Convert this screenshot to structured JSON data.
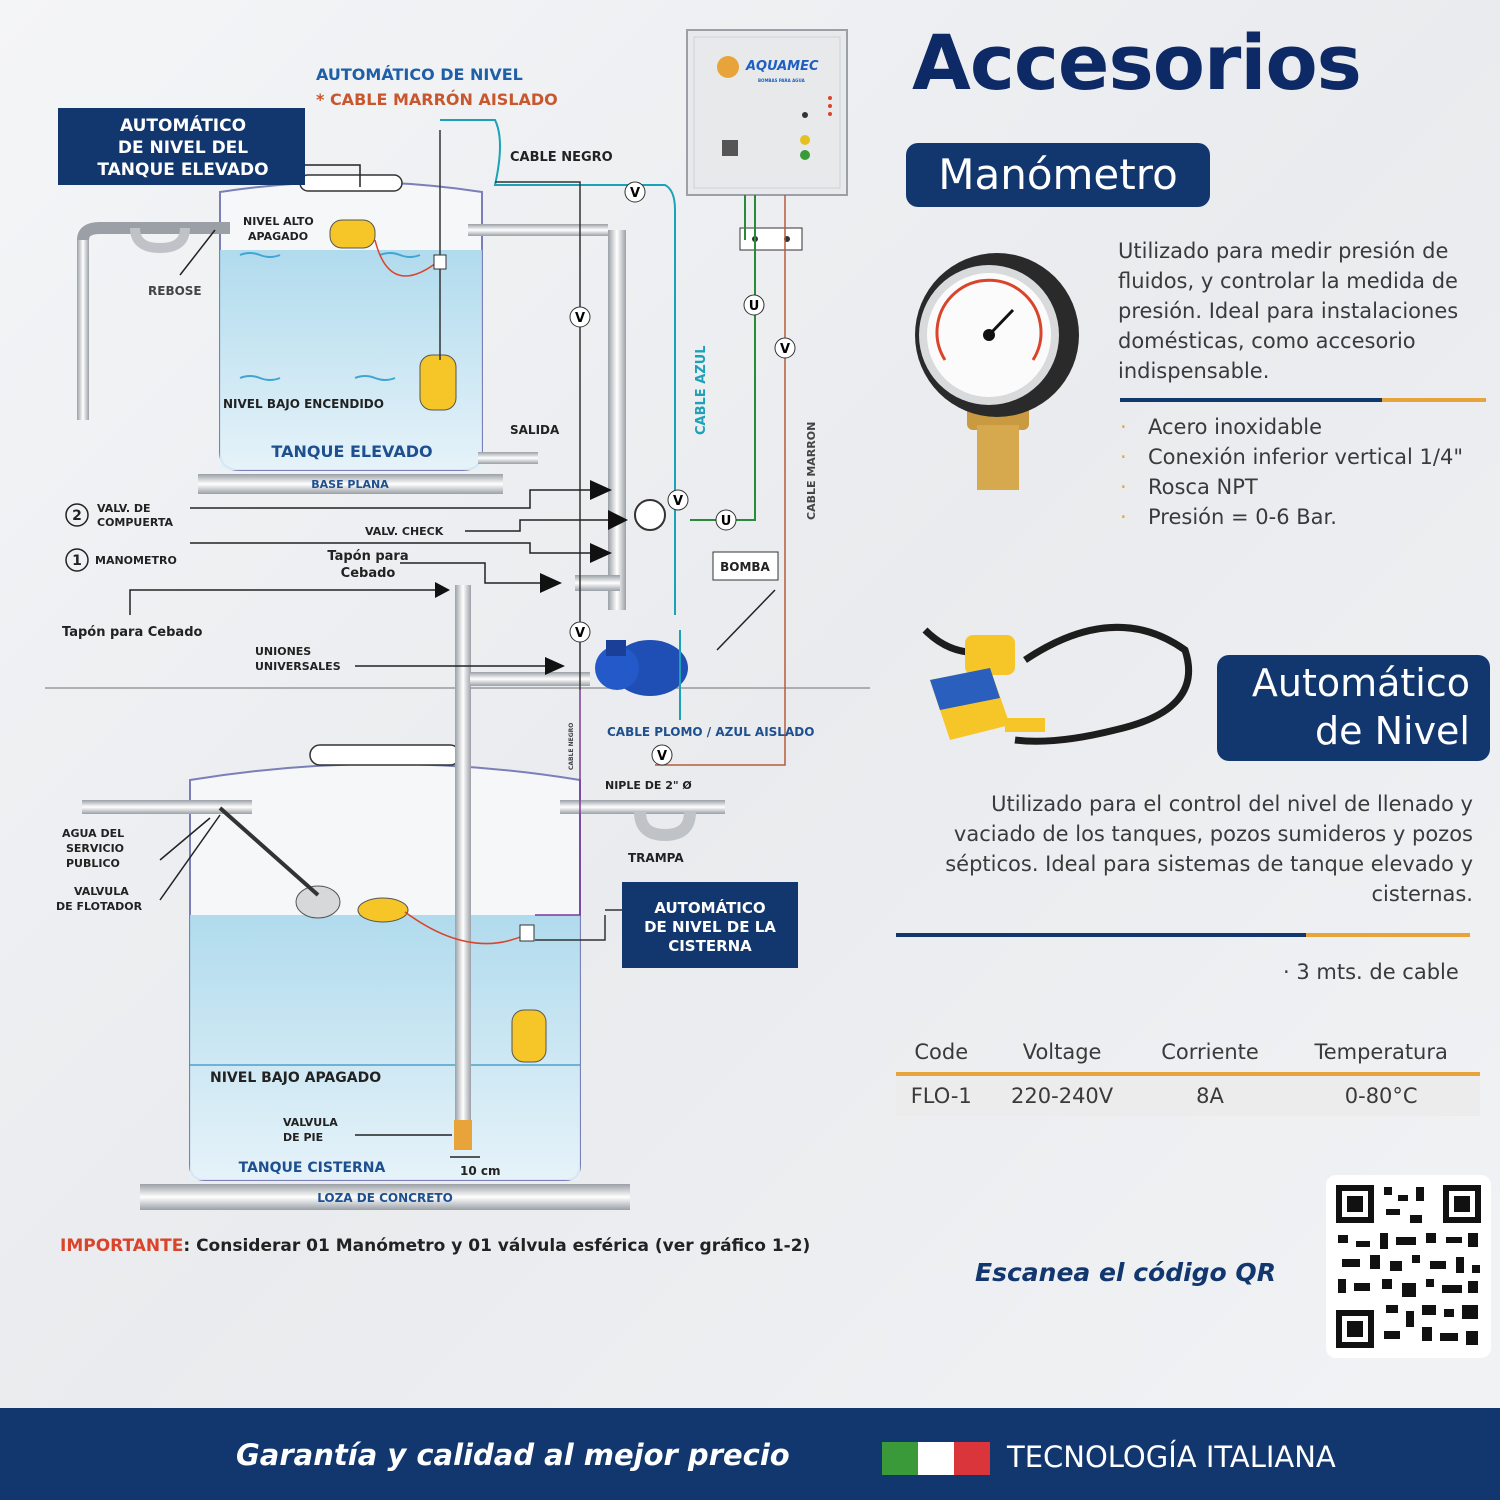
{
  "colors": {
    "navy": "#12376f",
    "title": "#0d2a66",
    "orange": "#e8a43a",
    "water": "#bfe0ef",
    "cable_blue": "#1ba2b8",
    "cable_brown": "#b65c3c",
    "cable_red": "#d9442b",
    "flag_green": "#3a9a3a",
    "flag_red": "#d9353b"
  },
  "diagram": {
    "auto_nivel_title": "AUTOMÁTICO DE NIVEL",
    "cable_marron_aislado": "* CABLE MARRÓN AISLADO",
    "elevated_label": [
      "AUTOMÁTICO",
      "DE NIVEL DEL",
      "TANQUE ELEVADO"
    ],
    "cable_negro": "CABLE  NEGRO",
    "nivel_alto": [
      "NIVEL ALTO",
      "APAGADO"
    ],
    "rebose": "REBOSE",
    "nivel_bajo_encendido": "NIVEL BAJO ENCENDIDO",
    "tanque_elevado": "TANQUE ELEVADO",
    "salida": "SALIDA",
    "base_plana": "BASE PLANA",
    "valv_compuerta": [
      "VALV. DE",
      "COMPUERTA"
    ],
    "valv_check": "VALV. CHECK",
    "manometro": "MANOMETRO",
    "tapon_cebado_1": [
      "Tapón para",
      "Cebado"
    ],
    "tapon_cebado_2": "Tapón para Cebado",
    "uniones": [
      "UNIONES",
      "UNIVERSALES"
    ],
    "bomba": "BOMBA",
    "cable_azul": "CABLE AZUL",
    "cable_marron": "CABLE MARRON",
    "cable_negro_v": "CABLE NEGRO",
    "cable_plomo": "CABLE  PLOMO / AZUL AISLADO",
    "niple": "NIPLE DE 2\" Ø",
    "trampa": "TRAMPA",
    "agua_servicio": [
      "AGUA DEL",
      "SERVICIO",
      "PUBLICO"
    ],
    "valvula_flotador": [
      "VALVULA",
      "DE FLOTADOR"
    ],
    "cistern_label": [
      "AUTOMÁTICO",
      "DE NIVEL DE LA",
      "CISTERNA"
    ],
    "nivel_bajo_apagado": "NIVEL BAJO APAGADO",
    "valvula_pie": [
      "VALVULA",
      "DE PIE"
    ],
    "tanque_cisterna": "TANQUE CISTERNA",
    "diez_cm": "10 cm",
    "loza": "LOZA DE CONCRETO",
    "num1": "1",
    "num2": "2",
    "brand": "AQUAMEC",
    "brand_sub": "BOMBAS PARA AGUA",
    "v": "V",
    "u": "U"
  },
  "important": {
    "label": "IMPORTANTE",
    "text": ": Considerar 01 Manómetro y 01 válvula esférica (ver gráfico 1-2)"
  },
  "right": {
    "title": "Accesorios",
    "manometro_title": "Manómetro",
    "manometro_desc": "Utilizado para medir presión de fluidos, y controlar la medida de presión. Ideal para instalaciones domésticas, como accesorio indispensable.",
    "bullets": [
      "Acero inoxidable",
      "Conexión inferior vertical 1/4\"",
      "Rosca NPT",
      "Presión = 0-6 Bar."
    ],
    "bullet_mark": "·",
    "auto_title_1": "Automático",
    "auto_title_2": "de Nivel",
    "auto_desc": "Utilizado para el control del nivel de llenado y vaciado de los tanques, pozos sumideros y pozos sépticos. Ideal para sistemas de tanque elevado y cisternas.",
    "cable_note": "· 3 mts. de cable",
    "table": {
      "headers": [
        "Code",
        "Voltage",
        "Corriente",
        "Temperatura"
      ],
      "row": [
        "FLO-1",
        "220-240V",
        "8A",
        "0-80°C"
      ]
    },
    "scan": "Escanea el código QR"
  },
  "footer": {
    "slogan": "Garantía y calidad al mejor precio",
    "tech": "TECNOLOGÍA ITALIANA"
  }
}
